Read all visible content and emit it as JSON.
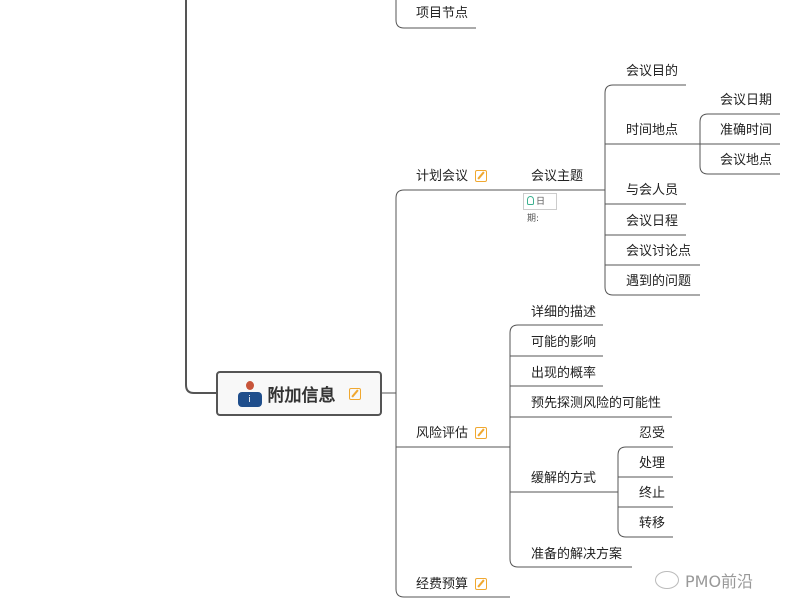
{
  "root": {
    "label": "附加信息",
    "icon": "info-desk-icon",
    "has_note": true
  },
  "branches": {
    "top": {
      "label": "项目节点"
    },
    "meeting": {
      "label": "计划会议",
      "has_note": true,
      "topic": {
        "label": "会议主题",
        "date_tag": "日期:"
      },
      "children": {
        "purpose": "会议目的",
        "time_place": "时间地点",
        "attendees": "与会人员",
        "agenda": "会议日程",
        "discussion": "会议讨论点",
        "issues": "遇到的问题"
      },
      "time_place_children": [
        "会议日期",
        "准确时间",
        "会议地点"
      ]
    },
    "risk": {
      "label": "风险评估",
      "has_note": true,
      "children": {
        "desc": "详细的描述",
        "impact": "可能的影响",
        "prob": "出现的概率",
        "detect": "预先探测风险的可能性",
        "mitigation": "缓解的方式",
        "solution": "准备的解决方案"
      },
      "mitigation_children": [
        "忍受",
        "处理",
        "终止",
        "转移"
      ]
    },
    "budget": {
      "label": "经费预算",
      "has_note": true
    }
  },
  "watermark": "PMO前沿",
  "colors": {
    "line": "#555555",
    "note": "#f0a830",
    "root_border": "#555555"
  }
}
